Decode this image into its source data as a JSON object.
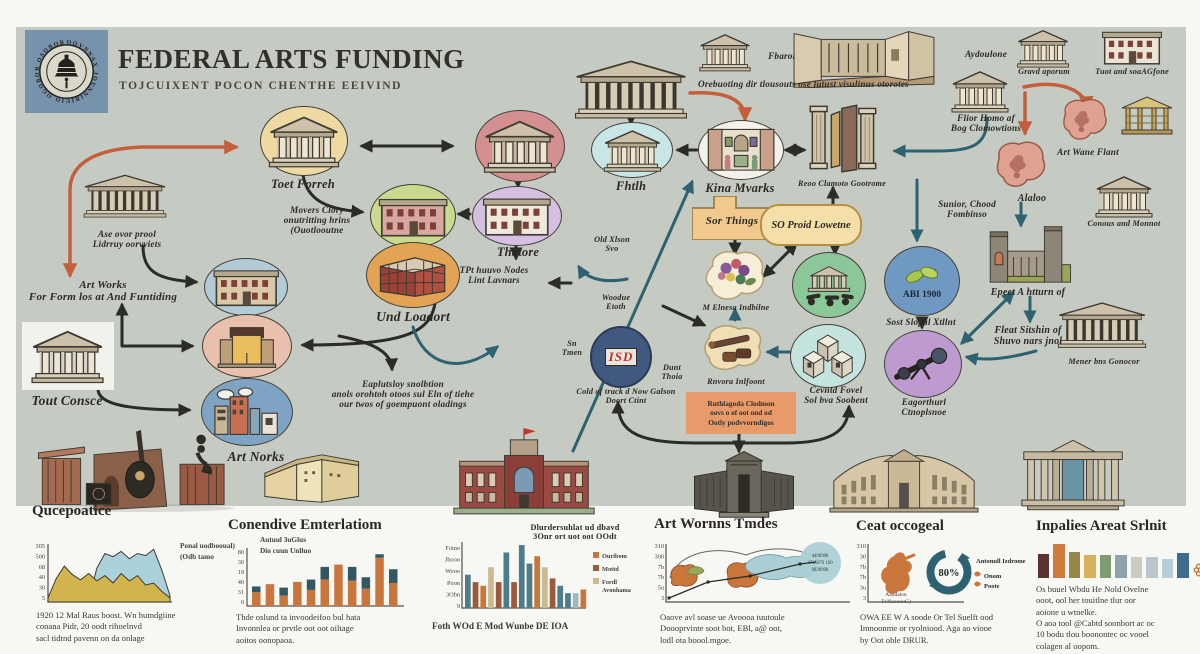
{
  "header": {
    "title": "FEDERAL ARTS FUNDING",
    "subtitle": "TOJCUIXENT POCON CHENTHE EEIVIND",
    "ring": "OOVNNAX JOUNNIBIUIO OGOBOB OSOBOBIO"
  },
  "nodes": {
    "toet_forreh": "Toet Forreh",
    "fhtlh": "Fhtlh",
    "kina": "Kina Mvarks",
    "reoo": "Reoo Clamoto Gootrome",
    "thatore": "Thatore",
    "und_loadort": "Und Loadort",
    "art_norks": "Art Norks",
    "tout_consce": "Tout Consce",
    "sor_things": "Sor Things",
    "so_proid": "SO Proid Lowetne",
    "m_elnesa": "M Elnesa Indbilne",
    "rnvora": "Rnvora Inlfoont",
    "cevntd": "Cevntd Fovel\nSol bva Soobent",
    "abi": "ABI 1900",
    "sost": "Sost Slopal Xtllnt",
    "eagorthurl": "Eagorthurl\nCtnoplsnoe",
    "isd": "ISD",
    "fbaron": "Fbaron",
    "aydoulone": "Aydoulone",
    "gravd": "Gravd aporum",
    "tuot": "Tuot and soaAGfone",
    "flior": "Flior Homo af\nBog Clomowtions",
    "art_wane": "Art Wane Flant",
    "alaloo": "Alaloo",
    "conous": "Conous and Monnot",
    "epeet": "Epeet A htturn of",
    "mener": "Mener bns Gonocor"
  },
  "texts": {
    "lib": "Ase ovor prool\nLidrruy oorvviets",
    "art_works": "Art Works\nFor Form los at And Funtiding",
    "movers": "Movers Clory\nonutritting hrins\n(Ouotlooutne",
    "eaplutsloy": "Eaplutsloy snolbtion\nanols orohtoh otoos sul Eln of tiehe\nour twos of goempuont oladings",
    "tpt": "TPt huuvo Nodes\nLint Lavnars",
    "old_xlson": "Old Xlson\nSvo",
    "woodue": "Woodue\nEtoth",
    "sn_tmen": "Sn\nTmen",
    "dunt": "Dunt\nThoia",
    "cold": "Cold of track d Now Galson\nDoort Ctint",
    "ruth": "Ruthlagoda Clodmon\noovs o of oot ond od\nOotly podvvorndigos",
    "orebuoting": "Orebuoting dir tlousouts ose lutust visulinus otorotes",
    "sunior": "Sunior, Chood\nFombinso",
    "fleat": "Fleat Sitshin of\nShuvo nars jnol"
  },
  "charts": [
    {
      "id": "qucepoatice",
      "type": "area",
      "title": "Qucepoatice",
      "y_ticks": [
        "305",
        "500",
        "68",
        "40",
        "30",
        "5"
      ],
      "legend": [
        "Ponal uodbooual)",
        "(Odb tamo"
      ],
      "series": [
        {
          "name": "yellow",
          "color": "#d2b44e",
          "values": [
            4,
            22,
            34,
            26,
            21,
            27,
            20,
            25,
            18,
            27,
            20,
            25,
            16,
            18,
            10,
            4
          ]
        },
        {
          "name": "blue",
          "color": "#abd2da",
          "values": [
            0,
            0,
            0,
            0,
            0,
            2,
            32,
            46,
            43,
            48,
            41,
            46,
            44,
            50,
            30,
            6
          ]
        }
      ],
      "caption": "1920 12 Mal Raus boost. Wn hutndgiine\nconana Pidr, 20 oodt rihoelnvd\nsacl tidtnd pavenn on da onlage"
    },
    {
      "id": "conendive",
      "type": "stacked-bar",
      "title": "Conendive Emterlatiom",
      "y_ticks": [
        "80",
        "30",
        "19",
        "40",
        "31",
        "0"
      ],
      "legend": [
        "Autuul 3uGlus",
        "Dio cuun Unlluo"
      ],
      "series": [
        {
          "name": "orange",
          "color": "#c9763c",
          "values": [
            12,
            19,
            9,
            21,
            14,
            23,
            36,
            22,
            15,
            42,
            20
          ]
        },
        {
          "name": "teal",
          "color": "#335863",
          "values": [
            5,
            0,
            7,
            0,
            9,
            11,
            0,
            12,
            10,
            3,
            12
          ]
        }
      ],
      "caption": "Thde oslund ta invoodeifoo bul hata\nInvonnlea or prvtle oot oot oiltage\naoitos oonopaoa."
    },
    {
      "id": "grouped-bars",
      "type": "color-bar",
      "note": "Dlurdersuhlat ud dbavd\n3Onr ort uot oot OOdt",
      "y_ticks": [
        "Fotno",
        "Jbooo",
        "Wooo",
        "Poon",
        "3Obn",
        "9"
      ],
      "legend": [
        {
          "label": "Ouribom",
          "color": "#c9763c"
        },
        {
          "label": "Mottd",
          "color": "#9c5a3c"
        },
        {
          "label": "Fordl Avonhama",
          "color": "#cbb98f"
        }
      ],
      "bars": [
        {
          "v": 9,
          "c": "#4e7c8a"
        },
        {
          "v": 7,
          "c": "#9c5a3c"
        },
        {
          "v": 6,
          "c": "#c9763c"
        },
        {
          "v": 11,
          "c": "#cbb98f"
        },
        {
          "v": 7,
          "c": "#9c5a3c"
        },
        {
          "v": 15,
          "c": "#4e7c8a"
        },
        {
          "v": 7,
          "c": "#9c5a3c"
        },
        {
          "v": 17,
          "c": "#4e7c8a"
        },
        {
          "v": 12,
          "c": "#4e7c8a"
        },
        {
          "v": 14,
          "c": "#c9763c"
        },
        {
          "v": 11,
          "c": "#cbb98f"
        },
        {
          "v": 8,
          "c": "#9c5a3c"
        },
        {
          "v": 6,
          "c": "#4e7c8a"
        },
        {
          "v": 4,
          "c": "#4e7c8a"
        },
        {
          "v": 4,
          "c": "#9fb8c0"
        },
        {
          "v": 5,
          "c": "#c9763c"
        }
      ],
      "caption": "Foth WOd E Mod Wunbe DE IOA"
    },
    {
      "id": "art_wornns",
      "type": "map",
      "title": "Art Wornns Tmdes",
      "y_ticks": [
        "310",
        "300",
        "7b",
        "7b",
        "5u",
        "3"
      ],
      "annotation": "4496998\n4745679 100\n9839998",
      "caption": "Oaove avl soase ue Avoooa tuutoule\nDoooprvinte soot bot, EBl, a@ oot,\nlodl ota boool.mgoe."
    },
    {
      "id": "ceat",
      "type": "donut",
      "title": "Ceat occogeal",
      "y_ticks": [
        "310",
        "30",
        "7b",
        "7b",
        "3u",
        "3"
      ],
      "center_value": "80%",
      "labels": {
        "right": "Antonull Izdrome",
        "item1": "Onom",
        "item2": "Poote",
        "left": "Aandaton\nTvNoooouG)"
      },
      "caption": "OWA EE  W A soode Or  Tel Suelft ood\nImnoonme or ryolniood. Aga ao viooe\nby Oot oble DRUR."
    },
    {
      "id": "inpalies",
      "type": "swatches",
      "title": "Inpalies Areat Srlnit",
      "swatches": [
        {
          "c": "#5c3231",
          "h": 24
        },
        {
          "c": "#d07b3d",
          "h": 34
        },
        {
          "c": "#96864a",
          "h": 26
        },
        {
          "c": "#d9b05e",
          "h": 23
        },
        {
          "c": "#7f9c70",
          "h": 23
        },
        {
          "c": "#8fa3ad",
          "h": 23
        },
        {
          "c": "#cccbc2",
          "h": 21
        },
        {
          "c": "#b9c6cc",
          "h": 21
        },
        {
          "c": "#b7cdd9",
          "h": 19
        },
        {
          "c": "#3f6c8e",
          "h": 25
        }
      ],
      "caption1": "Os buuel Wbdu He Nold  Ovelne\nooot, ool her touitlne tlur oor\naoione u wtnelke.",
      "caption2": "O aoa tool @Cabtd soonbort ac oc\n10 bodu tlou boonontec oc vooel\ncolagen al oopom."
    }
  ]
}
